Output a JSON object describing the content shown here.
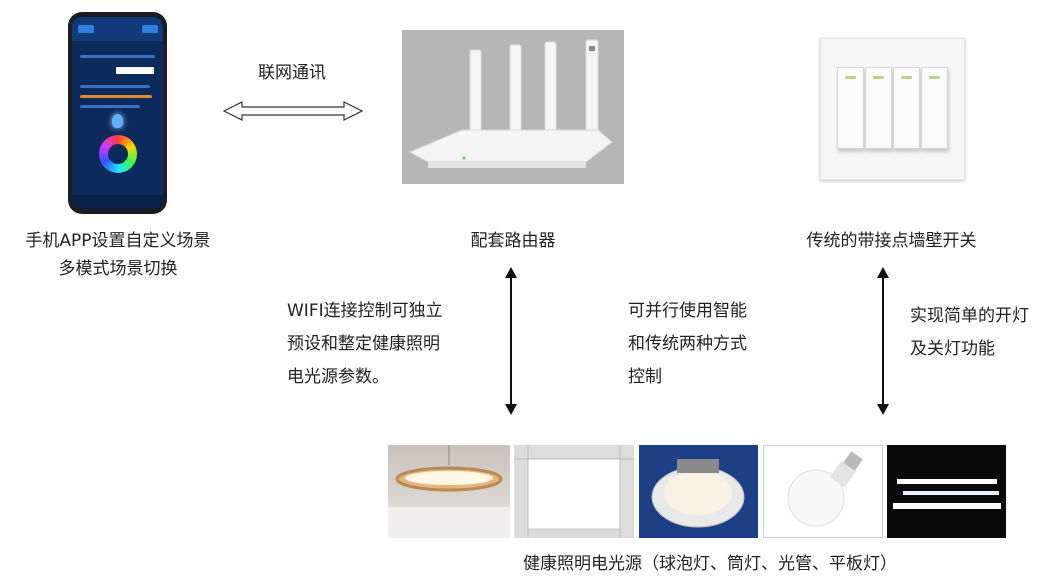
{
  "diagram": {
    "phone_caption_line1": "手机APP设置自定义场景",
    "phone_caption_line2": "多模式场景切换",
    "router_caption": "配套路由器",
    "switch_caption": "传统的带接点墙壁开关",
    "network_label": "联网通讯",
    "wifi_text": [
      "WIFI连接控制可独立",
      "预设和整定健康照明",
      "电光源参数。"
    ],
    "parallel_text": [
      "可并行使用智能",
      "和传统两种方式",
      "控制"
    ],
    "switch_text": [
      "实现简单的开灯",
      "及关灯功能"
    ],
    "bottom_caption": "健康照明电光源（球泡灯、筒灯、光管、平板灯）"
  },
  "icons": {
    "phone": "smartphone-app-photo",
    "router": "wifi-router-photo",
    "switch": "wall-switch-photo",
    "pendant": "ring-pendant-lamp-photo",
    "panel": "flat-panel-light-photo",
    "downlight": "downlight-photo",
    "bulb": "bulb-lamp-photo",
    "tube": "tube-light-photo",
    "network_arrow": "double-headed-hollow-arrow",
    "vertical_arrow": "double-headed-arrow"
  }
}
